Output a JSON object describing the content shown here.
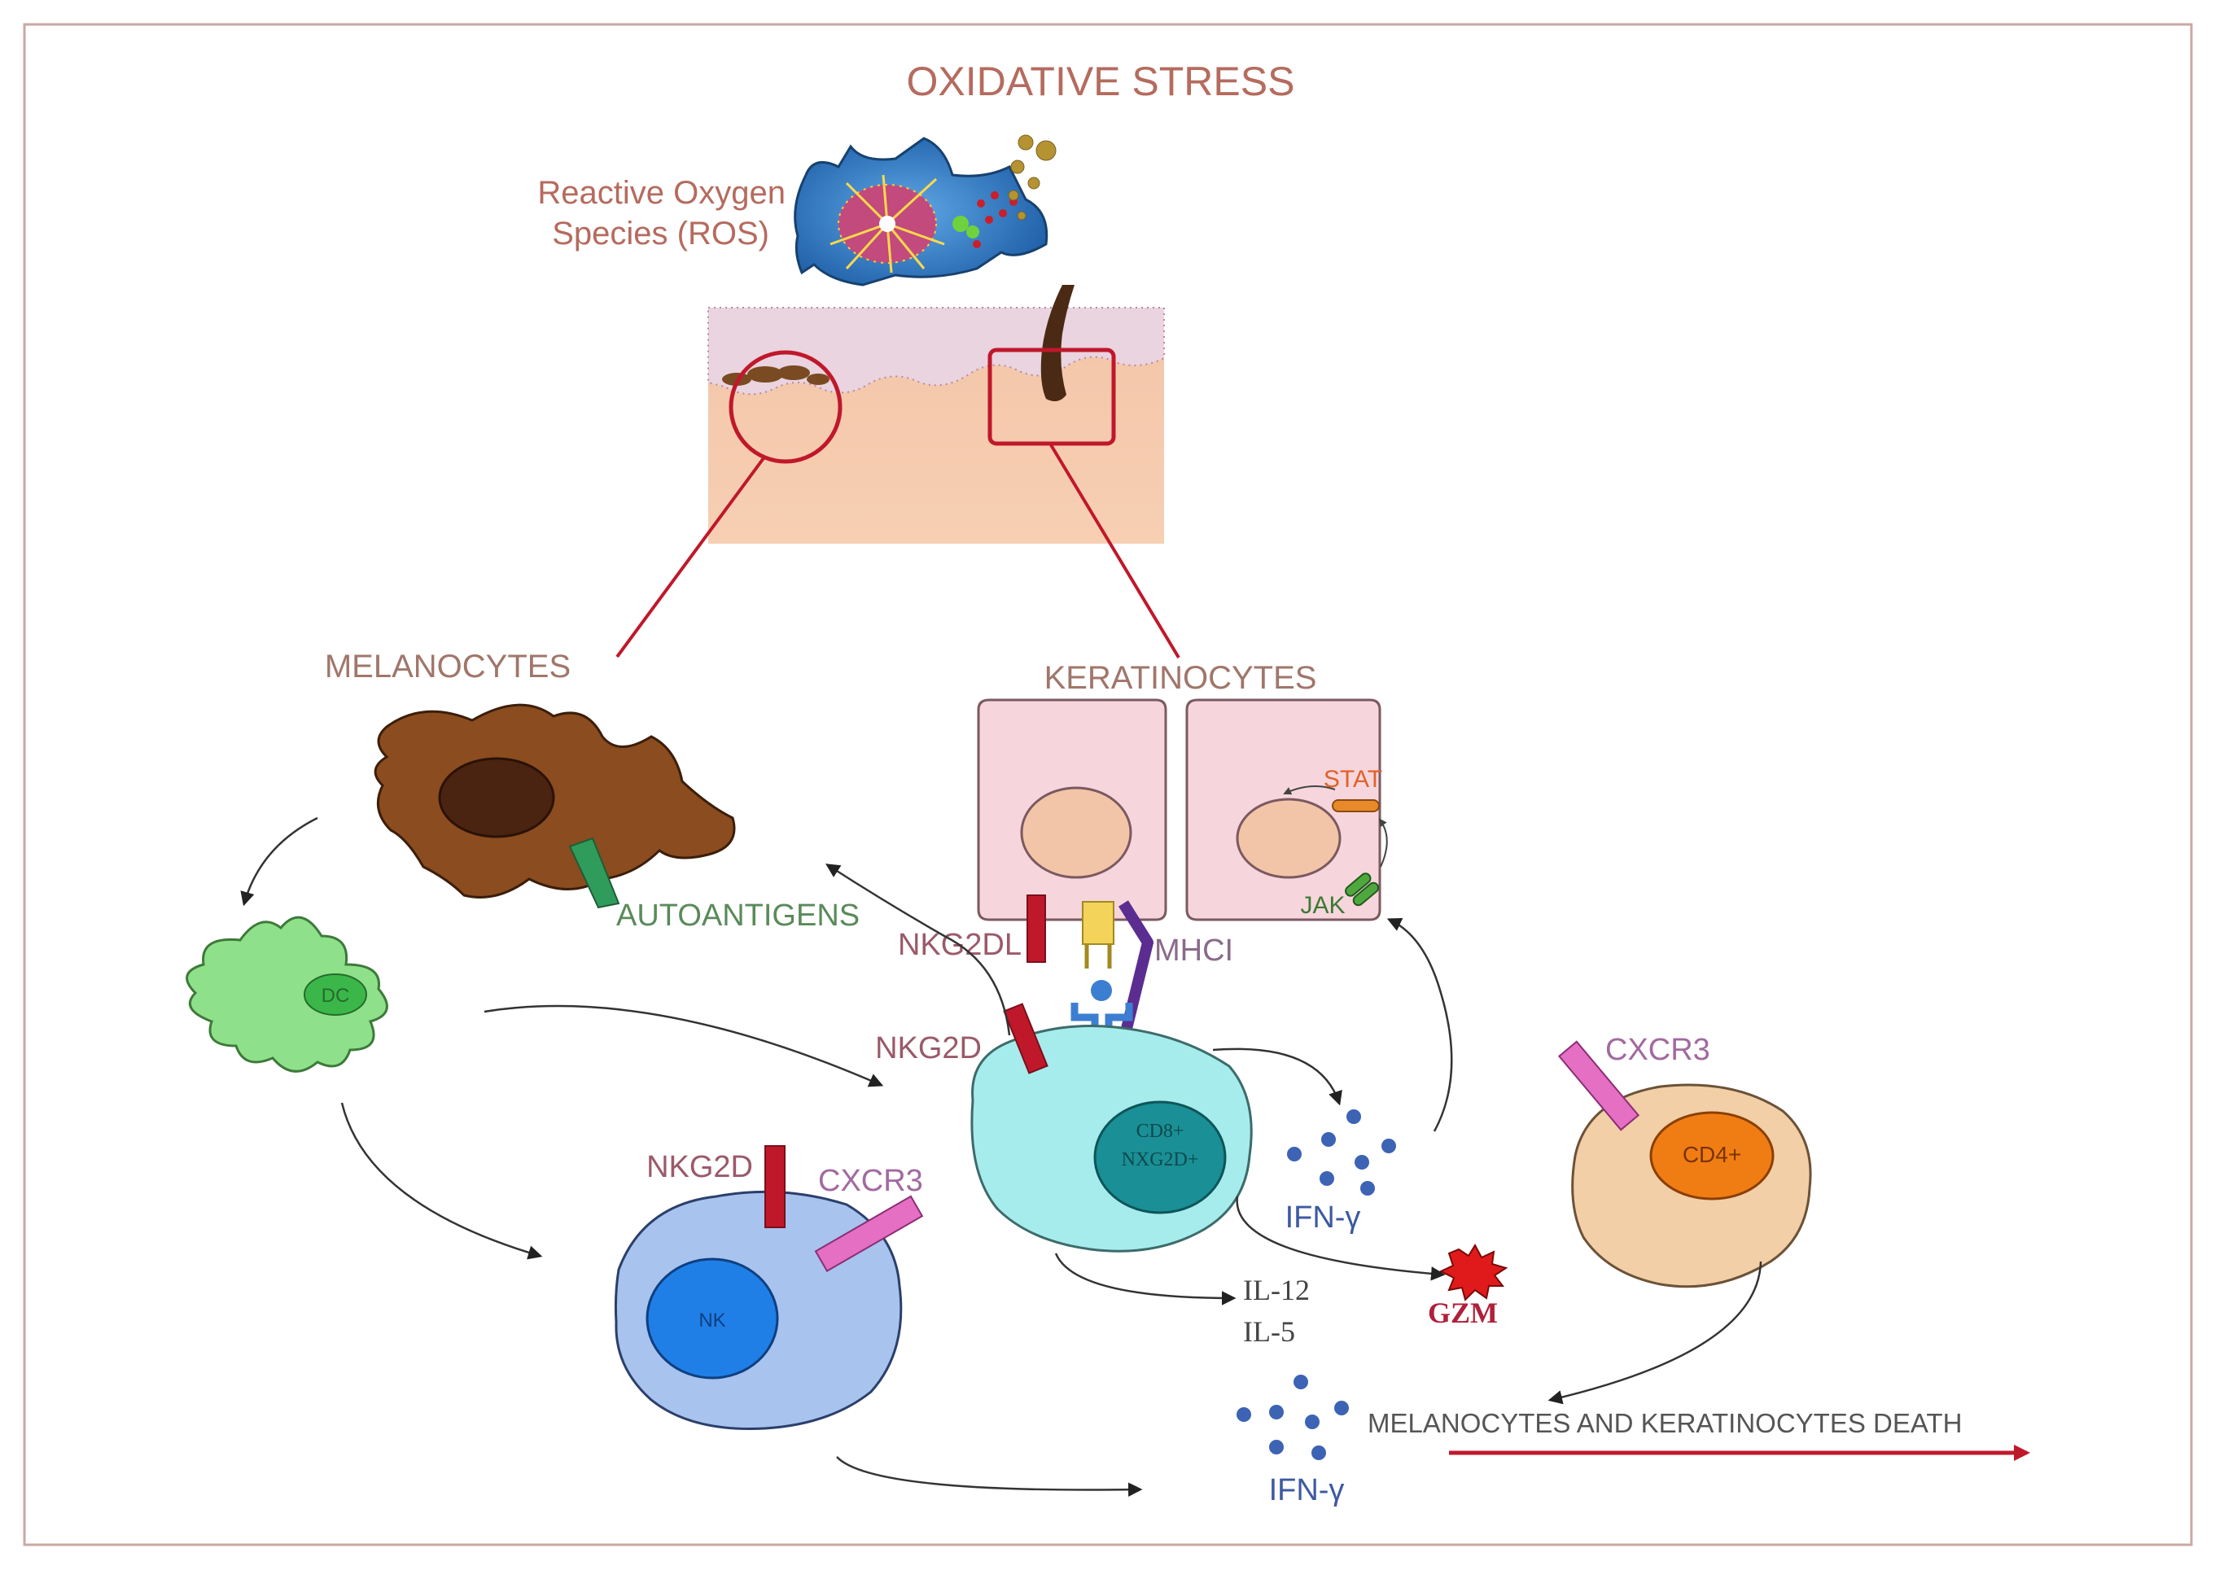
{
  "title": "OXIDATIVE STRESS",
  "ros": {
    "line1": "Reactive Oxygen",
    "line2": "Species (ROS)"
  },
  "melanocytes": {
    "label": "MELANOCYTES",
    "autoantigens": "AUTOANTIGENS"
  },
  "keratinocytes": {
    "label": "KERATINOCYTES",
    "stat": "STAT",
    "jak": "JAK"
  },
  "dc": {
    "label": "DC"
  },
  "receptors": {
    "nkg2dl": "NKG2DL",
    "mhci": "MHCI",
    "nkg2d_cd8": "NKG2D",
    "nkg2d_nk": "NKG2D",
    "cxcr3_nk": "CXCR3",
    "cxcr3_cd4": "CXCR3"
  },
  "cd8": {
    "line1": "CD8+",
    "line2": "NXG2D+"
  },
  "nk": {
    "label": "NK"
  },
  "cd4": {
    "label": "CD4+"
  },
  "cytokines": {
    "ifn_top": "IFN-γ",
    "il12": "IL-12",
    "il5": "IL-5",
    "gzm": "GZM",
    "ifn_bottom": "IFN-γ"
  },
  "outcome": "MELANOCYTES AND KERATINOCYTES DEATH",
  "colors": {
    "frame": "#c9a9a3",
    "title": "#b56b5e",
    "melanocyte": "#8b4c1f",
    "keratinocyte": "#f6d6dc",
    "dc": "#8fe08a",
    "cd8": "#a7ecec",
    "nk": "#a7c3ee",
    "cd4": "#f2cfa6",
    "nkg2d": "#c0182b",
    "cxcr3": "#e56fc3",
    "mhci": "#5b2d91",
    "death_arrow": "#c0182b"
  }
}
